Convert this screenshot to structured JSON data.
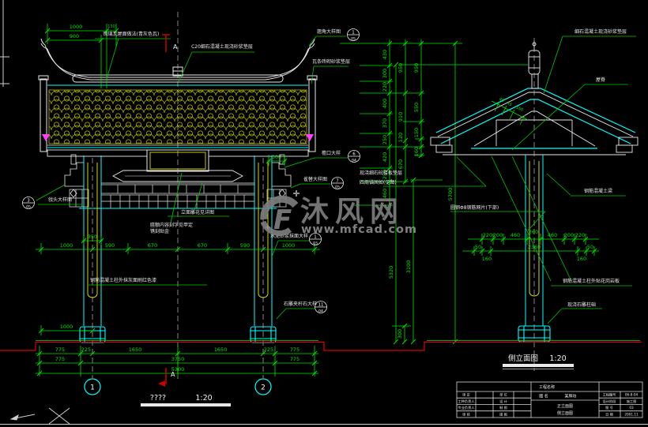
{
  "colors": {
    "line_green": "#00e400",
    "line_cyan": "#00ffff",
    "line_yellow": "#c9c900",
    "ground_red": "#d40000",
    "watermark_gray": "#7d7d7d"
  },
  "watermark": {
    "logo": "F",
    "name": "沐风网",
    "url": "www.mfcad.com"
  },
  "front": {
    "title": "????",
    "scale": "1:20",
    "section_label": "A",
    "grid_bubbles": [
      "1",
      "2"
    ],
    "dims": {
      "top": [
        "1000",
        "900",
        "130"
      ],
      "eave": "300",
      "colw": "350",
      "base": "1000",
      "chain": [
        "1000",
        "590",
        "670",
        "670",
        "590",
        "1000"
      ],
      "row1": [
        "775",
        "225",
        "1650",
        "1650",
        "225",
        "775"
      ],
      "row2": [
        "775",
        "3750",
        "775"
      ],
      "row3": "5300",
      "vA": [
        "430",
        "300",
        "220",
        "400",
        "370",
        "250",
        "420",
        "250",
        "460"
      ],
      "vB": [
        "950",
        "910",
        "120",
        "670"
      ],
      "vC": [
        "950",
        "550",
        "150",
        "160"
      ],
      "v5320": "5320",
      "v3100": "3100",
      "v5700": "5700",
      "v300": "300"
    },
    "labels": {
      "roof_tile": "琉璃瓦屋面做法(青灰色瓦)",
      "ridge_concrete": "C20细石混凝土现浇砂浆垫层",
      "corner_detail": "翘角大样图",
      "tile_strip": "瓦条砖砌砂浆垫层",
      "eave_detail": "檐口大样",
      "queti_detail": "雀替大样图",
      "qiangtou_detail": "戗头大样图",
      "carving": "立面雕花见详图",
      "plaque1": "匾额内容刻字见甲定",
      "plaque2": "镌刻贴金",
      "column_paint": "钢筋混凝土柱外抹灰面刷红色漆",
      "mortar_detail": "水泥砂浆抹面大样",
      "base_detail": "石雕夹杆石大样"
    },
    "bubbles": {
      "corner": {
        "n": "1",
        "d": "05"
      },
      "eave": {
        "n": "6",
        "d": "04"
      },
      "queti": {
        "n": "7",
        "d": "05"
      },
      "qiangtou": {
        "n": "3",
        "d": "05"
      },
      "mortar": {
        "n": "1",
        "d": "03"
      },
      "base": {
        "n": "11",
        "d": "04"
      }
    }
  },
  "side": {
    "title": "侧立面图",
    "scale": "1:20",
    "dims": {
      "row1": [
        "220",
        "200",
        "460",
        "260",
        "460",
        "200",
        "220"
      ],
      "row2": [
        "50",
        "160",
        "2360",
        "160",
        "50"
      ],
      "slope": [
        "45",
        "45",
        "160"
      ]
    },
    "labels": {
      "screed": "细石混凝土现浇砂浆垫层",
      "ridge": "屋脊",
      "beam": "钢筋混凝土梁",
      "slab1": "现浇细石砼楼板垫层",
      "slab2": "四周锚固如(见图)",
      "rebar": "圆钢Φ8钢筋网片(下部)",
      "column_face": "钢筋混凝土柱外贴花岗岩板",
      "base": "现浇石雕柱础"
    }
  },
  "title_block": {
    "project_label": "工程名称",
    "drawing_label": "图 名",
    "drawing_value": "某牌坊",
    "sheet1": "正立面图",
    "sheet2": "侧立面图",
    "left_col1": [
      "审 定",
      "工种负责人",
      "专业负责人",
      "审 核"
    ],
    "left_col2": [
      "单 位",
      "设 计",
      "制 图",
      "描 图"
    ],
    "right": [
      [
        "工程编号",
        "06-8-04"
      ],
      [
        "设计阶段",
        "施工图"
      ],
      [
        "图  号",
        "03"
      ],
      [
        "日  期",
        "2001.11"
      ]
    ]
  }
}
